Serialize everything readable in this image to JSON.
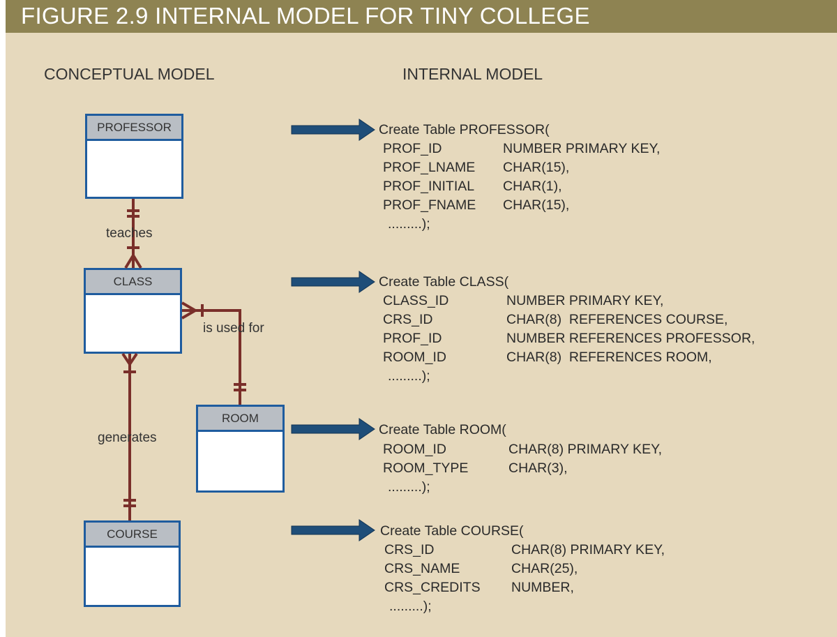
{
  "figure": {
    "title": "FIGURE 2.9  INTERNAL MODEL FOR TINY COLLEGE"
  },
  "headings": {
    "conceptual": "CONCEPTUAL MODEL",
    "internal": "INTERNAL MODEL"
  },
  "entities": {
    "professor": "PROFESSOR",
    "class": "CLASS",
    "room": "ROOM",
    "course": "COURSE"
  },
  "relationships": {
    "teaches": "teaches",
    "is_used_for": "is used for",
    "generates": "generates"
  },
  "sql": {
    "professor": {
      "header": "Create Table PROFESSOR(",
      "rows": [
        {
          "name": "PROF_ID",
          "type": "NUMBER PRIMARY KEY,"
        },
        {
          "name": "PROF_LNAME",
          "type": "CHAR(15),"
        },
        {
          "name": "PROF_INITIAL",
          "type": "CHAR(1),"
        },
        {
          "name": "PROF_FNAME",
          "type": "CHAR(15),"
        }
      ],
      "end": ".........);"
    },
    "class": {
      "header": "Create Table CLASS(",
      "rows": [
        {
          "name": "CLASS_ID",
          "type": "NUMBER PRIMARY KEY,"
        },
        {
          "name": "CRS_ID",
          "type": "CHAR(8)  REFERENCES COURSE,"
        },
        {
          "name": "PROF_ID",
          "type": "NUMBER REFERENCES PROFESSOR,"
        },
        {
          "name": "ROOM_ID",
          "type": "CHAR(8)  REFERENCES ROOM,"
        }
      ],
      "end": ".........);"
    },
    "room": {
      "header": "Create Table ROOM(",
      "rows": [
        {
          "name": "ROOM_ID",
          "type": "CHAR(8) PRIMARY KEY,"
        },
        {
          "name": "ROOM_TYPE",
          "type": "CHAR(3),"
        }
      ],
      "end": ".........);"
    },
    "course": {
      "header": "Create Table COURSE(",
      "rows": [
        {
          "name": "CRS_ID",
          "type": "CHAR(8) PRIMARY KEY,"
        },
        {
          "name": "CRS_NAME",
          "type": "CHAR(25),"
        },
        {
          "name": "CRS_CREDITS",
          "type": "NUMBER,"
        }
      ],
      "end": ".........);"
    }
  },
  "colors": {
    "header_bar": "#8e8352",
    "panel": "#e6d9bd",
    "entity_border": "#1f5c9e",
    "entity_header": "#b9bec4",
    "relationship_line": "#7a2f2a",
    "arrow": "#1f4e79"
  }
}
